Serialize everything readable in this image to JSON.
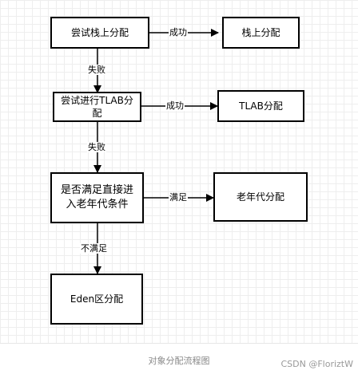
{
  "nodes": {
    "stack_try": "尝试栈上分配",
    "stack_alloc": "栈上分配",
    "tlab_try": "尝试进行TLAB分配",
    "tlab_alloc": "TLAB分配",
    "old_check": "是否满足直接进入老年代条件",
    "old_alloc": "老年代分配",
    "eden_alloc": "Eden区分配"
  },
  "edges": {
    "success_1": "成功",
    "fail_1": "失败",
    "success_2": "成功",
    "fail_2": "失败",
    "satisfy": "满足",
    "not_satisfy": "不满足"
  },
  "caption": "对象分配流程图",
  "watermark": "CSDN @FloriztW"
}
